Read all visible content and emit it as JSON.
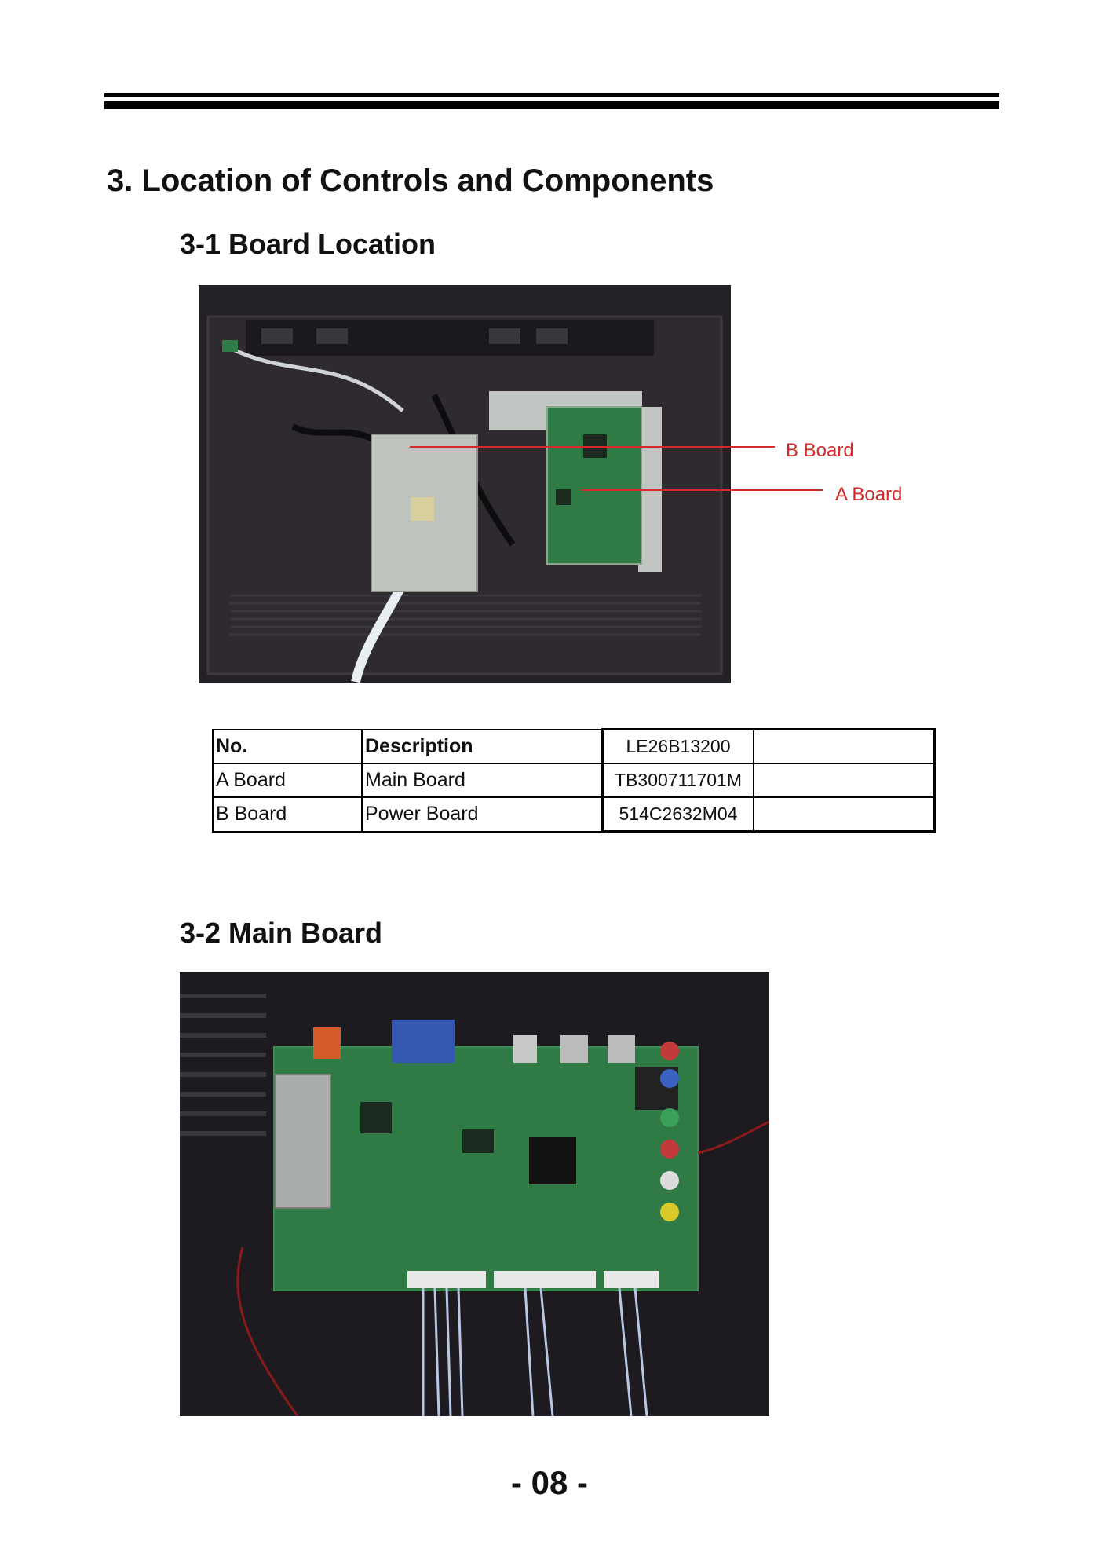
{
  "section": {
    "title": "3. Location of Controls and Components"
  },
  "board_location": {
    "heading": "3-1 Board Location",
    "callouts": {
      "b": "B  Board",
      "a": "A  Board"
    }
  },
  "parts_table": {
    "headers": [
      "No.",
      "Description",
      "LE26B13200",
      ""
    ],
    "rows": [
      [
        "A  Board",
        "Main Board",
        "TB300711701M",
        ""
      ],
      [
        "B  Board",
        "Power Board",
        "514C2632M04",
        ""
      ]
    ]
  },
  "main_board": {
    "heading": "3-2 Main Board"
  },
  "footer": {
    "page_number": "- 08 -"
  },
  "colors": {
    "callout": "#d42a2a",
    "pcb": "#2f7a45"
  }
}
